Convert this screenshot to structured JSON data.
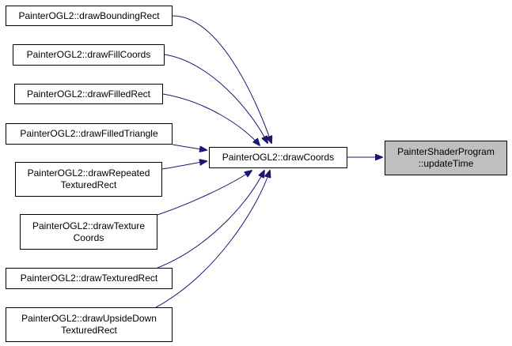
{
  "colors": {
    "edge": "#191970",
    "node_border": "#000000",
    "focus_fill": "#bfbfbf",
    "background": "#ffffff"
  },
  "diagram": {
    "focus": {
      "id": "update_time",
      "label": "PainterShaderProgram\n::updateTime"
    },
    "hub": {
      "id": "draw_coords",
      "label": "PainterOGL2::drawCoords"
    },
    "callers": [
      {
        "id": "draw_bounding_rect",
        "label": "PainterOGL2::drawBoundingRect"
      },
      {
        "id": "draw_fill_coords",
        "label": "PainterOGL2::drawFillCoords"
      },
      {
        "id": "draw_filled_rect",
        "label": "PainterOGL2::drawFilledRect"
      },
      {
        "id": "draw_filled_triangle",
        "label": "PainterOGL2::drawFilledTriangle"
      },
      {
        "id": "draw_repeated_textured_rect",
        "label": "PainterOGL2::drawRepeated\nTexturedRect"
      },
      {
        "id": "draw_texture_coords",
        "label": "PainterOGL2::drawTexture\nCoords"
      },
      {
        "id": "draw_textured_rect",
        "label": "PainterOGL2::drawTexturedRect"
      },
      {
        "id": "draw_upside_down_textured_rect",
        "label": "PainterOGL2::drawUpsideDown\nTexturedRect"
      }
    ]
  }
}
